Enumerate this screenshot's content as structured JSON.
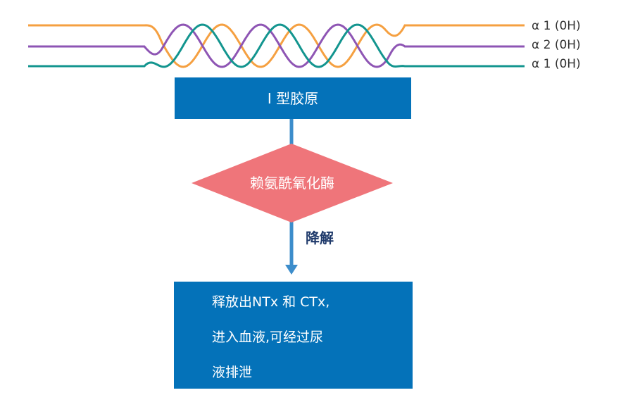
{
  "chains": [
    {
      "label": "α 1 (0H)",
      "color": "#f5a041"
    },
    {
      "label": "α 2 (0H)",
      "color": "#8e55b4"
    },
    {
      "label": "α 1 (0H)",
      "color": "#13958f"
    }
  ],
  "nodes": {
    "collagen": {
      "label": "I 型胶原",
      "color": "#0472b9"
    },
    "enzyme": {
      "label": "赖氨酰氧化酶",
      "color": "#ef757a"
    },
    "result": {
      "lines": [
        "释放出NTx 和 CTx,",
        "进入血液,可经过尿",
        "液排泄"
      ],
      "color": "#0472b9"
    }
  },
  "edge": {
    "label": "降解",
    "color": "#3c8dcb"
  }
}
